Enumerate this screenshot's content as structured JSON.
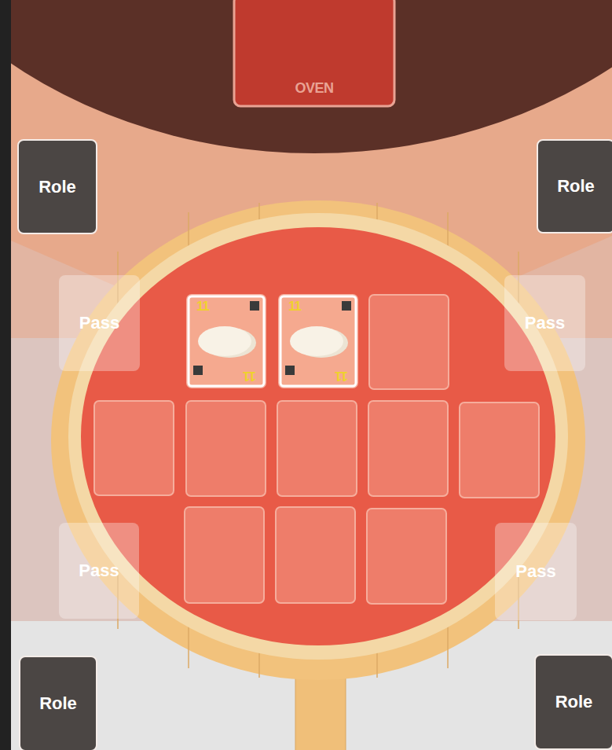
{
  "diagram": {
    "nodes": [
      {
        "text": [
          "OVEN"
        ]
      },
      {
        "text": [
          "Role"
        ]
      },
      {
        "text": [
          "Role"
        ]
      },
      {
        "text": [
          "Pass"
        ]
      },
      {
        "text": [
          "11",
          "11"
        ]
      },
      {
        "text": [
          "11",
          "11"
        ]
      },
      {
        "text": [
          "Pass"
        ]
      },
      {
        "text": [
          "Pass"
        ]
      },
      {
        "text": [
          "Pass"
        ]
      },
      {
        "text": [
          "Role"
        ]
      },
      {
        "text": [
          "Role"
        ]
      }
    ]
  }
}
